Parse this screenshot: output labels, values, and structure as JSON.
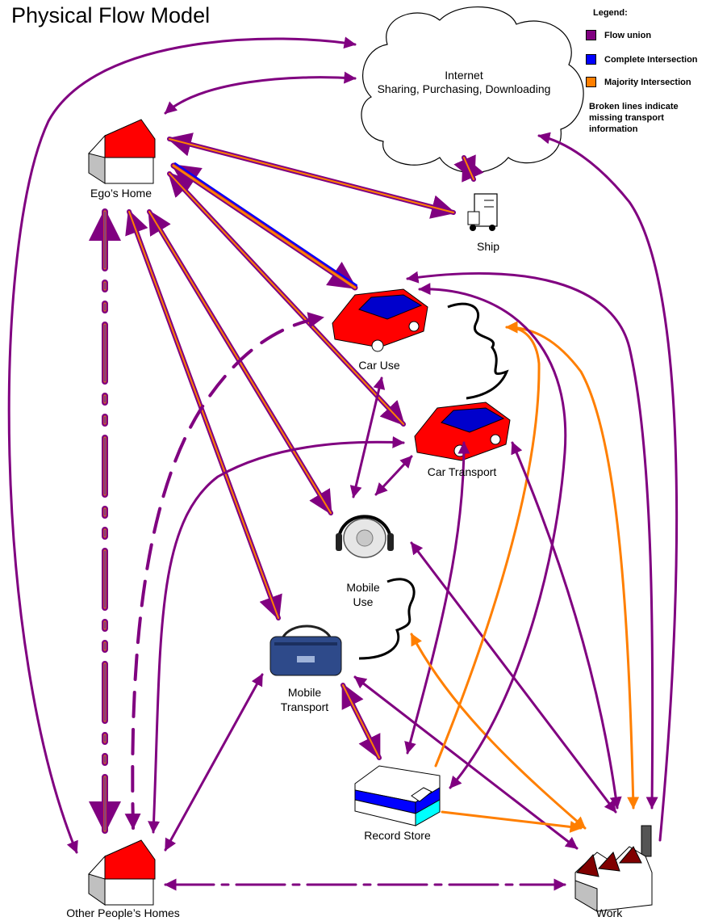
{
  "title": "Physical Flow Model",
  "legend": {
    "title": "Legend:",
    "items": [
      {
        "label": "Flow union",
        "color": "#800080"
      },
      {
        "label": "Complete Intersection",
        "color": "#0000ff"
      },
      {
        "label": "Majority Intersection",
        "color": "#ff7f00"
      }
    ],
    "note": "Broken lines indicate missing transport information"
  },
  "internet": {
    "title": "Internet",
    "subtitle": "Sharing, Purchasing, Downloading"
  },
  "nodes": {
    "egos_home": "Ego’s Home",
    "ship": "Ship",
    "car_use": "Car Use",
    "car_transport": "Car Transport",
    "mobile_use": "Mobile\nUse",
    "mobile_transport": "Mobile\nTransport",
    "record_store": "Record Store",
    "other_homes": "Other People’s Homes",
    "work": "Work"
  },
  "colors": {
    "purple": "#800080",
    "blue": "#0000ff",
    "orange": "#ff7f00",
    "house_roof": "#ff0000",
    "car_body": "#ff0000",
    "car_roof": "#0000cc",
    "store_stripe": "#0000ff",
    "store_base": "#00ffff",
    "factory_roof": "#800000"
  }
}
